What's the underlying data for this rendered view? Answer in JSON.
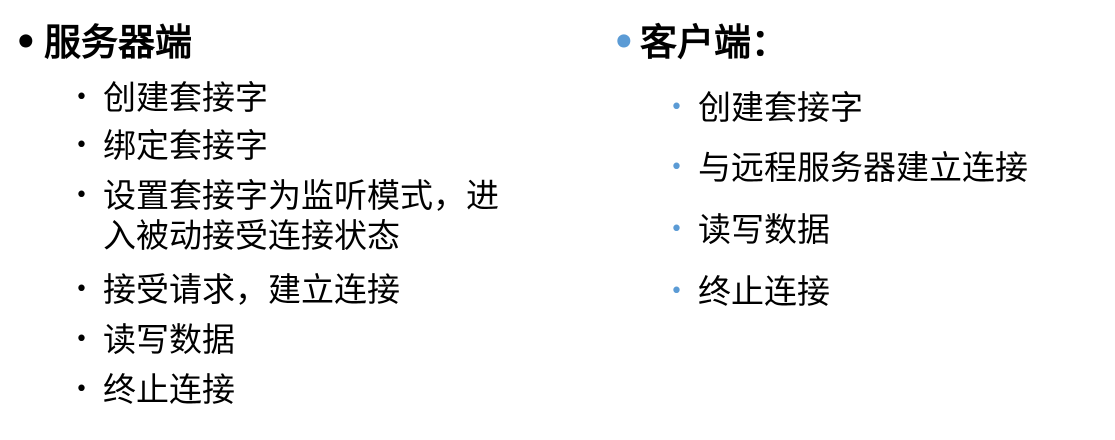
{
  "server": {
    "heading": "服务器端",
    "bullet": "•",
    "items": [
      {
        "text": "创建套接字"
      },
      {
        "text": "绑定套接字"
      },
      {
        "line1": "设置套接字为监听模式，进",
        "line2": "入被动接受连接状态"
      },
      {
        "text": "接受请求，建立连接"
      },
      {
        "text": "读写数据"
      },
      {
        "text": "终止连接"
      }
    ],
    "bullet_color": "#000000"
  },
  "client": {
    "heading": "客户端：",
    "bullet": "•",
    "items": [
      {
        "text": "创建套接字"
      },
      {
        "text": "与远程服务器建立连接"
      },
      {
        "text": "读写数据"
      },
      {
        "text": "终止连接"
      }
    ],
    "bullet_color": "#5b9bd5"
  }
}
